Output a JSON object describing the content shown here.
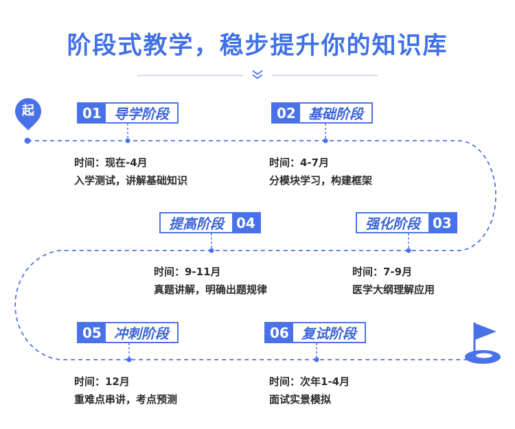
{
  "title": "阶段式教学，稳步提升你的知识库",
  "start_label": "起",
  "stages": [
    {
      "num": "01",
      "name": "导学阶段",
      "time": "时间：现在-4月",
      "desc": "入学测试，讲解基础知识"
    },
    {
      "num": "02",
      "name": "基础阶段",
      "time": "时间：4-7月",
      "desc": "分模块学习，构建框架"
    },
    {
      "num": "03",
      "name": "强化阶段",
      "time": "时间：7-9月",
      "desc": "医学大纲理解应用"
    },
    {
      "num": "04",
      "name": "提高阶段",
      "time": "时间：9-11月",
      "desc": "真题讲解，明确出题规律"
    },
    {
      "num": "05",
      "name": "冲刺阶段",
      "time": "时间：12月",
      "desc": "重难点串讲，考点预测"
    },
    {
      "num": "06",
      "name": "复试阶段",
      "time": "时间：次年1-4月",
      "desc": "面试实景模拟"
    }
  ],
  "colors": {
    "accent": "#4a72e8",
    "title": "#4170e6"
  },
  "icons": {
    "start": "location-pin-icon",
    "end": "goal-flag-icon",
    "divider": "double-chevron-down-icon"
  }
}
